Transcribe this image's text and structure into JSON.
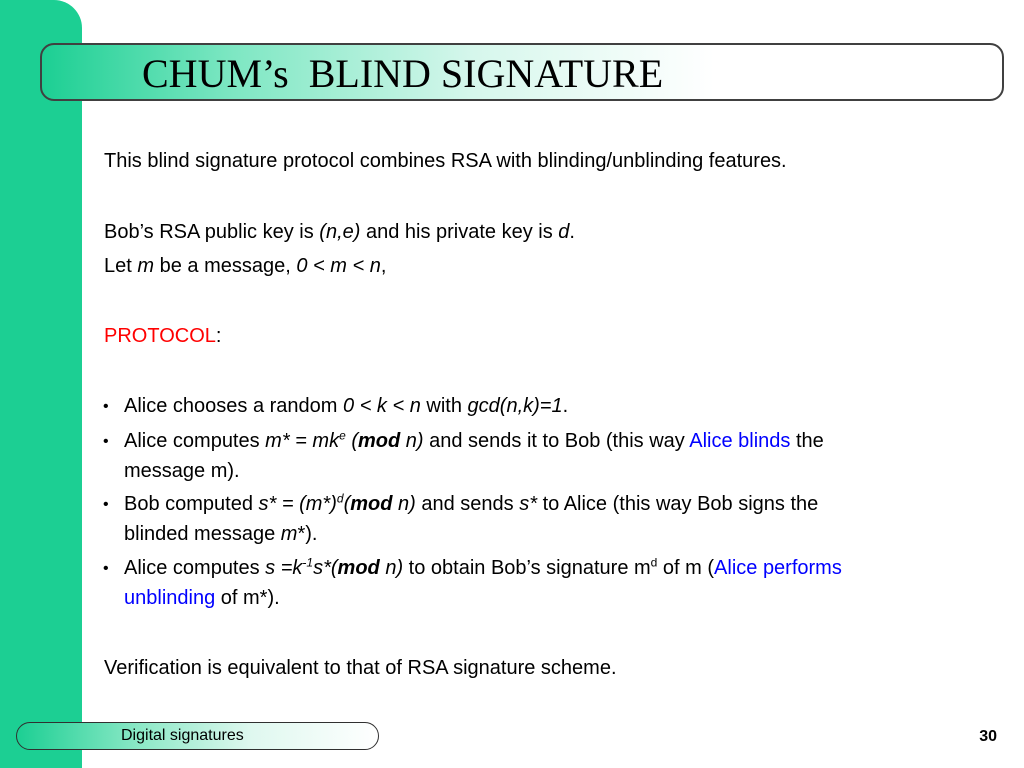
{
  "slide": {
    "title": "CHUM’s  BLIND SIGNATURE",
    "intro": "This blind signature protocol combines RSA with blinding/unblinding features.",
    "keys_line": {
      "t1": "Bob’s RSA public key is ",
      "t2": "(n,e)",
      "t3": " and his private key is ",
      "t4": "d",
      "t5": "."
    },
    "message_line": {
      "t1": "Let ",
      "t2": "m",
      "t3": " be a message, ",
      "t4": "0 < m < n",
      "t5": ","
    },
    "protocol_label": "PROTOCOL",
    "protocol_colon": ":",
    "bullet_char": "•",
    "bullets": [
      {
        "t1": "Alice chooses a random ",
        "t2": "0 < k < n",
        "t3": " with ",
        "t4": "gcd(n,k)=1",
        "t5": "."
      },
      {
        "t1": "Alice computes ",
        "t2": "m* = mk",
        "t2sup": "e",
        "t3": " (",
        "t4": "mod",
        "t5": " n)",
        "t6": " and sends it to Bob (this way ",
        "t7": "Alice blinds",
        "t8": " the",
        "t9": "message m)."
      },
      {
        "t1": "Bob computed ",
        "t2": "s* = (m*)",
        "t2sup": "d",
        "t3": "(",
        "t4": "mod",
        "t5": " n)",
        "t6": " and sends ",
        "t7": "s*",
        "t8": " to Alice (this way Bob signs the",
        "t9a": "blinded message ",
        "t9b": "m",
        "t9c": "*)."
      },
      {
        "t1": "Alice computes ",
        "t2": "s =k",
        "t2sup": "-1",
        "t3": "s*(",
        "t4": "mod",
        "t5": " n)",
        "t6": " to obtain Bob’s signature m",
        "t6sup": "d",
        "t7": " of m (",
        "t8": "Alice performs",
        "t9a": "unblinding",
        "t9b": " of m*)."
      }
    ],
    "verification": "Verification is equivalent to that of RSA signature scheme."
  },
  "footer": {
    "label": "Digital signatures",
    "page_number": "30"
  },
  "colors": {
    "accent_green": "#1ccf93",
    "highlight_red": "#ff0000",
    "highlight_blue": "#0000ff"
  }
}
